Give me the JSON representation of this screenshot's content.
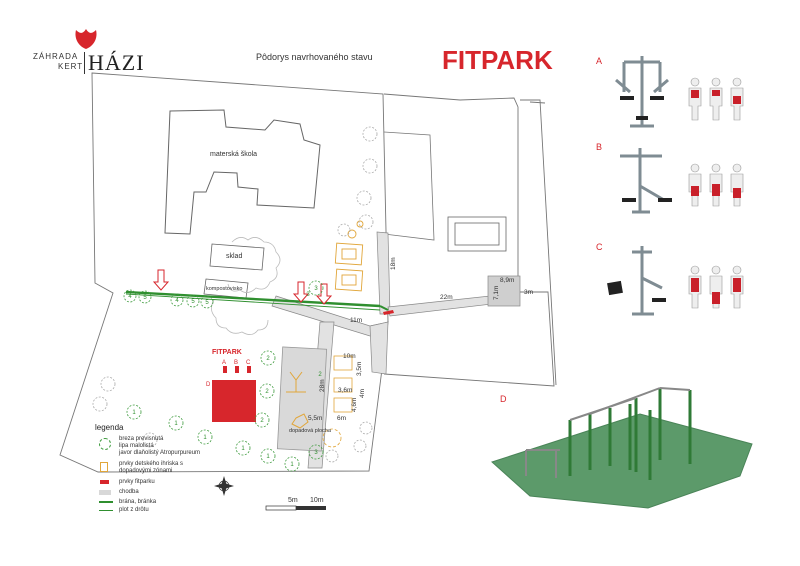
{
  "logo": {
    "top": "ZÁHRADA",
    "left": "KERT",
    "big": "HÁZI"
  },
  "subtitle": "Pôdorys navrhovaného stavu",
  "title": "FITPARK",
  "plan_labels": {
    "school": "materská škola",
    "storage": "sklad",
    "compost": "kompostovisko",
    "fitpark": "FITPARK",
    "play_area": "dopadová plocha",
    "dim_18m": "18m",
    "dim_22m": "22m",
    "dim_11m": "11m",
    "dim_10m": "10m",
    "dim_28m": "28m",
    "dim_8_9m": "8,9m",
    "dim_7_1m": "7,1m",
    "dim_3m": "3m",
    "dim_6m": "6m",
    "dim_5_5m": "5,5m",
    "dim_3_5m": "3,5m",
    "dim_3_6m": "3,6m",
    "dim_4_6m": "4,6m",
    "dim_4m": "4m",
    "eq_a": "A",
    "eq_b": "B",
    "eq_c": "C",
    "eq_d": "D"
  },
  "tree_numbers": {
    "row_top": [
      "4",
      "5",
      "4",
      "5",
      "5",
      "3"
    ],
    "right": [
      "3",
      "2",
      "2",
      "2",
      "2",
      "3"
    ],
    "bottom": [
      "1",
      "1",
      "1",
      "1",
      "1",
      "1",
      "2",
      "3"
    ]
  },
  "scale": {
    "a": "5m",
    "b": "10m"
  },
  "legend": {
    "title": "legenda",
    "trees": [
      "breza previsnutá",
      "lipa malolistá",
      "javor dlaňolistý Atropurpureum"
    ],
    "playground": "prvky detského ihriska s dopadovými zónami",
    "fitpark": "prvky fitparku",
    "path": "chodba",
    "gate": "brána, bránka",
    "fence": "plot z drôtu"
  },
  "equipment": [
    {
      "letter": "A"
    },
    {
      "letter": "B"
    },
    {
      "letter": "C"
    },
    {
      "letter": "D"
    }
  ],
  "colors": {
    "accent": "#d7262c",
    "green": "#2f8f2f",
    "lawn": "#5c9a6a",
    "path": "#d8d8d8",
    "muscle": "#c9202a"
  }
}
